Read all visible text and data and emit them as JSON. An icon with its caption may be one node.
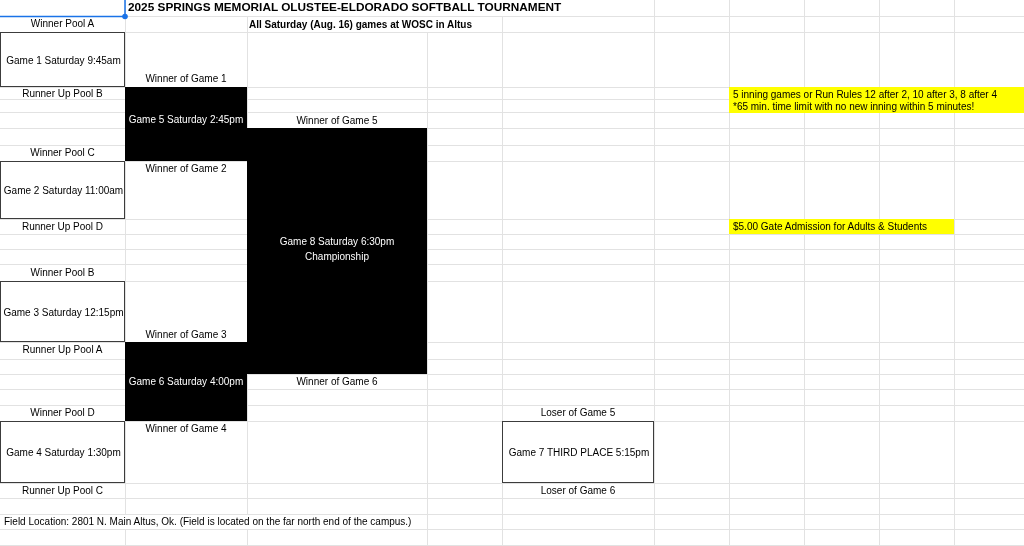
{
  "diagram": {
    "title": "2025 SPRINGS MEMORIAL OLUSTEE-ELDORADO SOFTBALL TOURNAMENT",
    "nodes": [
      {
        "text": [
          "Game 1 Saturday 9:45am"
        ],
        "beside": [
          "Winner Pool A",
          "Runner Up Pool B"
        ]
      },
      {
        "text": [
          "Game 5 Saturday 2:45pm"
        ],
        "beside": [
          "Winner of Game 1",
          "Winner of Game 2"
        ]
      },
      {
        "text": [
          "5 inning games or Run Rules 12 after 2, 10 after 3, 8 after 4",
          "*65 min. time limit with no new inning within 5 minutes!"
        ]
      },
      {
        "text": [
          "Game 8 Saturday 6:30pm",
          "Championship"
        ],
        "beside": [
          "Winner of Game 5",
          "Winner of Game 6"
        ]
      },
      {
        "text": [
          "Game 2 Saturday 11:00am"
        ],
        "beside": [
          "Winner Pool C",
          "Runner Up Pool D"
        ]
      },
      {
        "text": [
          "$5.00 Gate Admission for Adults & Students"
        ]
      },
      {
        "text": [
          "Game 3 Saturday 12:15pm"
        ],
        "beside": [
          "Winner Pool B",
          "Runner Up Pool A"
        ]
      },
      {
        "text": [
          "Game 6 Saturday 4:00pm"
        ],
        "beside": [
          "Winner of Game 3",
          "Winner of Game 4"
        ]
      },
      {
        "text": [
          "Game 4 Saturday 1:30pm"
        ],
        "beside": [
          "Winner Pool D",
          "Runner Up Pool C"
        ]
      },
      {
        "text": [
          "Game 7 THIRD PLACE 5:15pm"
        ],
        "beside": [
          "Loser of Game 5",
          "Loser of Game 6"
        ]
      }
    ],
    "labels": [
      "All Saturday (Aug. 16) games at WOSC in Altus",
      "Field Location: 2801 N. Main Altus, Ok. (Field is located on the far north end of the campus.)"
    ]
  }
}
